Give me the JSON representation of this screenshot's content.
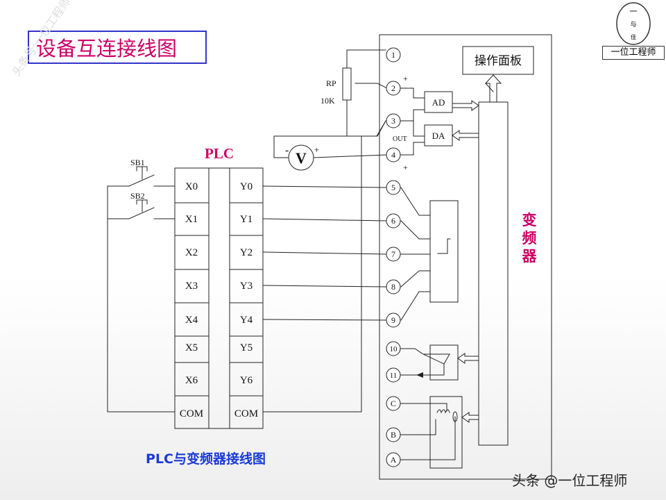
{
  "title": "设备互连接线图",
  "logo": {
    "text": "一位工程师",
    "emblem_glyphs": [
      "一",
      "与",
      "佳"
    ]
  },
  "watermark_side": "头条号:一位工程师",
  "watermark": "头条 @一位工程师",
  "caption": "PLC与变频器接线图",
  "plc": {
    "label": "PLC",
    "inputs": [
      "X0",
      "X1",
      "X2",
      "X3",
      "X4",
      "X5",
      "X6",
      "COM"
    ],
    "outputs": [
      "Y0",
      "Y1",
      "Y2",
      "Y3",
      "Y4",
      "Y5",
      "Y6",
      "COM"
    ]
  },
  "switches": [
    "SB1",
    "SB2"
  ],
  "potentiometer": {
    "name": "RP",
    "value": "10K"
  },
  "voltmeter": {
    "symbol": "V",
    "minus": "-",
    "plus": "+"
  },
  "inverter": {
    "label_chars": [
      "变",
      "频",
      "器"
    ],
    "panel": "操作面板",
    "ad": "AD",
    "da": "DA",
    "out": "OUT",
    "plus": "+",
    "terminals": [
      "1",
      "2",
      "3",
      "4",
      "5",
      "6",
      "7",
      "8",
      "9",
      "10",
      "11",
      "C",
      "B",
      "A"
    ]
  },
  "colors": {
    "title": "#cc0066",
    "title_border": "#3333cc",
    "plc_label": "#cc0066",
    "inverter_label": "#cc0066",
    "caption": "#1a3bd6"
  }
}
